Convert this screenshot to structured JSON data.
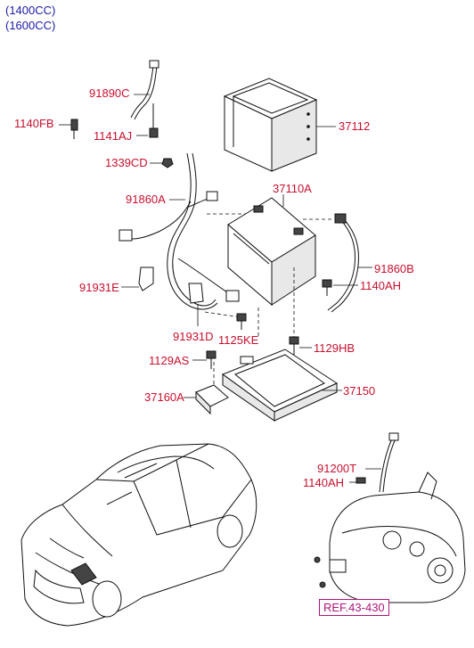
{
  "variants": [
    "(1400CC)",
    "(1600CC)"
  ],
  "parts": {
    "p91890C": "91890C",
    "p1140FB": "1140FB",
    "p1141AJ": "1141AJ",
    "p37112": "37112",
    "p1339CD": "1339CD",
    "p37110A": "37110A",
    "p91860A": "91860A",
    "p91860B": "91860B",
    "p1140AH_a": "1140AH",
    "p91931E": "91931E",
    "p91931D": "91931D",
    "p1125KE": "1125KE",
    "p1129HB": "1129HB",
    "p1129AS": "1129AS",
    "p37150": "37150",
    "p37160A": "37160A",
    "p91200T": "91200T",
    "p1140AH_b": "1140AH"
  },
  "reference": "REF.43-430",
  "colors": {
    "part_label": "#c8102e",
    "variant_label": "#1a1aa8",
    "reference": "#b0147a",
    "line_art": "#111111"
  }
}
